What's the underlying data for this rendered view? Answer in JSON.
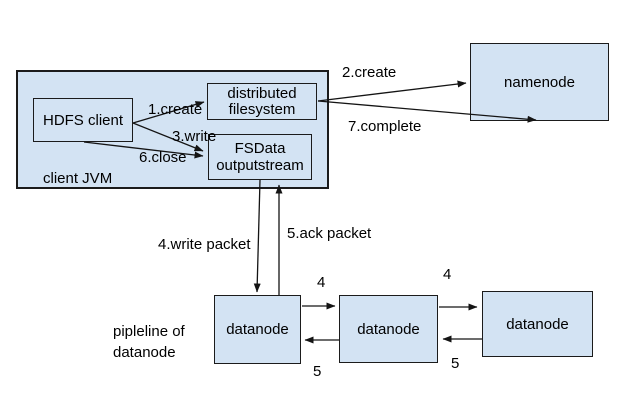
{
  "colors": {
    "box_fill": "#d3e3f3",
    "box_border": "#1b1b1b",
    "arrow": "#141414",
    "background": "#ffffff",
    "text": "#000000"
  },
  "boxes": {
    "client_jvm": {
      "label": "client JVM"
    },
    "hdfs_client": {
      "label": "HDFS client"
    },
    "distributed_filesystem": {
      "line1": "distributed",
      "line2": "filesystem"
    },
    "fsdata_outputstream": {
      "line1": "FSData",
      "line2": "outputstream"
    },
    "namenode": {
      "label": "namenode"
    },
    "datanode1": {
      "label": "datanode"
    },
    "datanode2": {
      "label": "datanode"
    },
    "datanode3": {
      "label": "datanode"
    }
  },
  "labels": {
    "create1": "1.create",
    "write3": "3.write",
    "close6": "6.close",
    "create2": "2.create",
    "complete7": "7.complete",
    "write_packet": "4.write packet",
    "ack_packet": "5.ack packet",
    "pipeline_line1": "pipleline of",
    "pipeline_line2": "datanode",
    "four_dn1_dn2": "4",
    "five_dn1_dn2": "5",
    "four_dn2_dn3": "4",
    "five_dn2_dn3": "5"
  }
}
